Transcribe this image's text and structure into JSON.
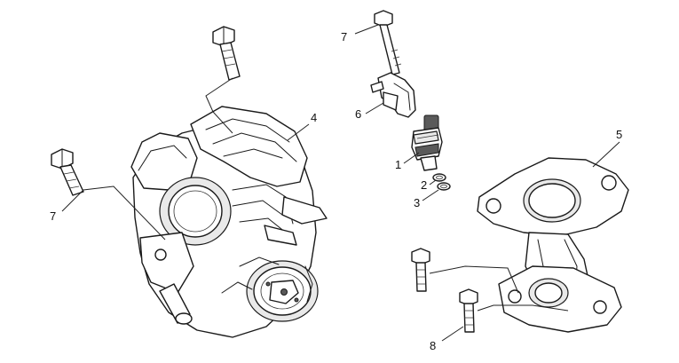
{
  "callouts": {
    "c7_top": "7",
    "c6": "6",
    "c1": "1",
    "c2": "2",
    "c3": "3",
    "c4": "4",
    "c5": "5",
    "c7_left": "7",
    "c8": "8"
  }
}
